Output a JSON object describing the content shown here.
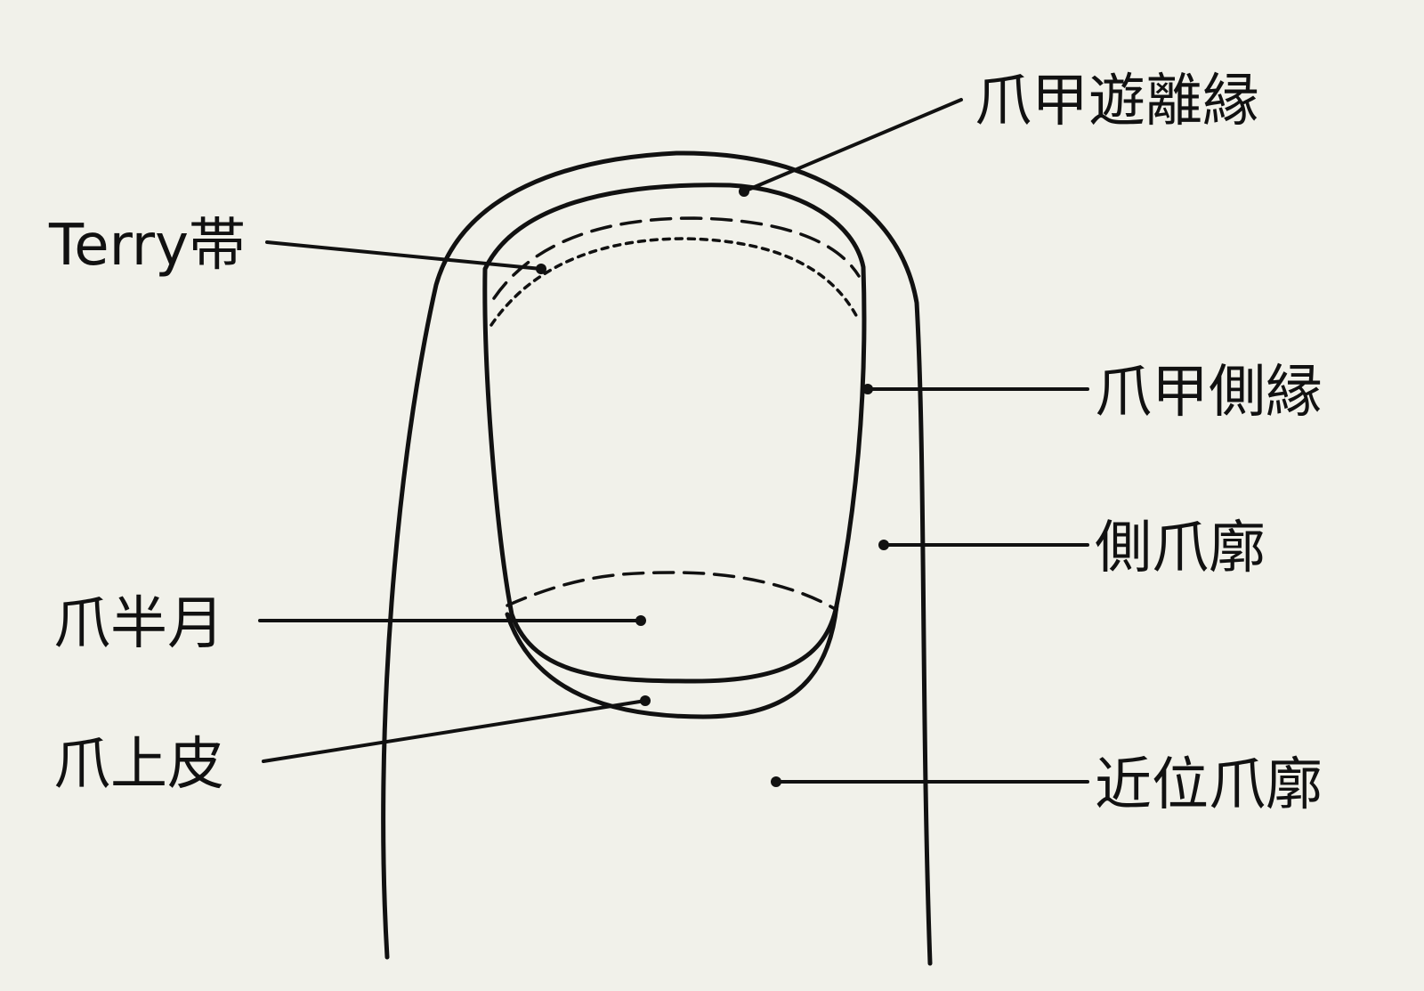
{
  "diagram": {
    "labels": {
      "free_edge": "爪甲遊離縁",
      "terry_band": "Terry帯",
      "lateral_edge": "爪甲側縁",
      "lateral_fold": "側爪廓",
      "lunula": "爪半月",
      "cuticle": "爪上皮",
      "proximal_fold": "近位爪廓"
    },
    "colors": {
      "background": "#f1f1ea",
      "ink": "#111111"
    }
  }
}
